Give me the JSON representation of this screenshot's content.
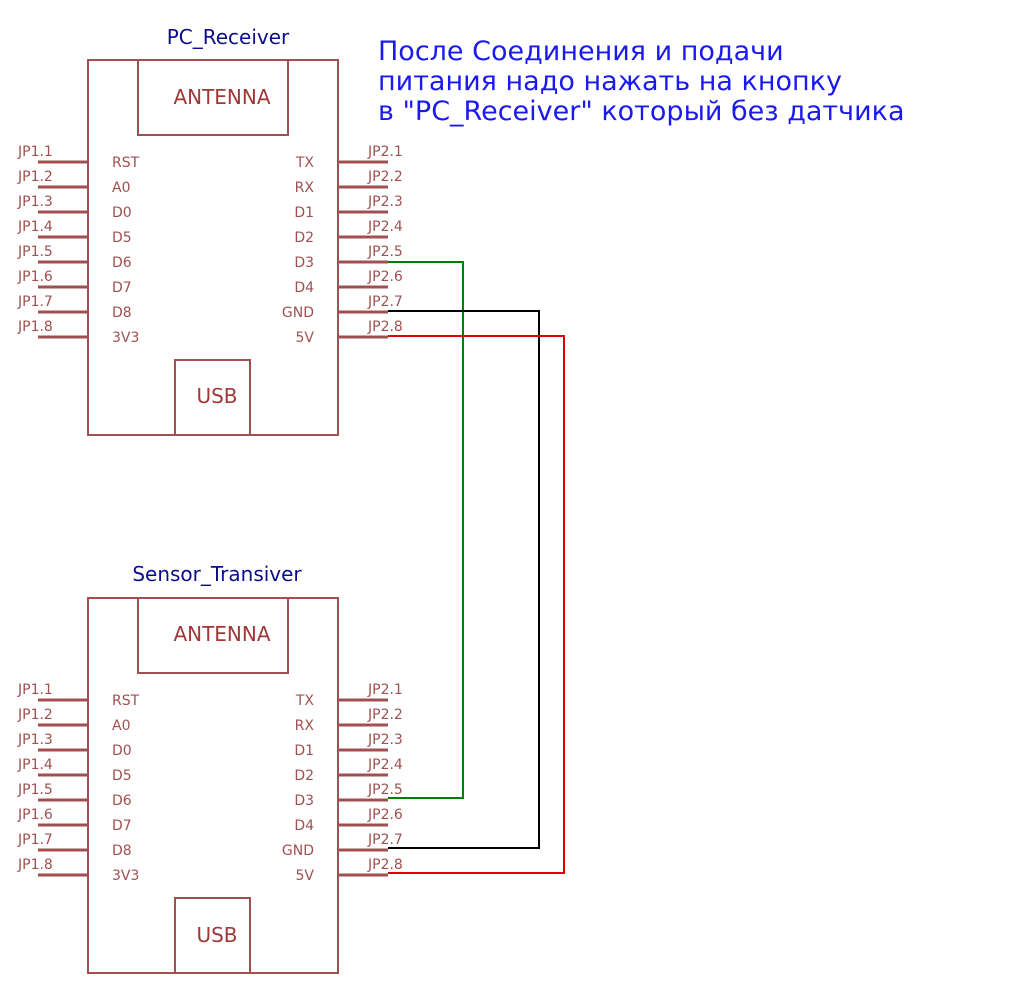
{
  "note": {
    "lines": [
      "После Соединения и подачи",
      "питания надо нажать на кнопку",
      "в \"PC_Receiver\" который без датчика"
    ],
    "color": "#1a1aee"
  },
  "modules": [
    {
      "id": "pc-receiver",
      "title": "PC_Receiver",
      "antenna_label": "ANTENNA",
      "usb_label": "USB",
      "left_pins": [
        "JP1.1",
        "JP1.2",
        "JP1.3",
        "JP1.4",
        "JP1.5",
        "JP1.6",
        "JP1.7",
        "JP1.8"
      ],
      "left_signals": [
        "RST",
        "A0",
        "D0",
        "D5",
        "D6",
        "D7",
        "D8",
        "3V3"
      ],
      "right_pins": [
        "JP2.1",
        "JP2.2",
        "JP2.3",
        "JP2.4",
        "JP2.5",
        "JP2.6",
        "JP2.7",
        "JP2.8"
      ],
      "right_signals": [
        "TX",
        "RX",
        "D1",
        "D2",
        "D3",
        "D4",
        "GND",
        "5V"
      ]
    },
    {
      "id": "sensor-transiver",
      "title": "Sensor_Transiver",
      "antenna_label": "ANTENNA",
      "usb_label": "USB",
      "left_pins": [
        "JP1.1",
        "JP1.2",
        "JP1.3",
        "JP1.4",
        "JP1.5",
        "JP1.6",
        "JP1.7",
        "JP1.8"
      ],
      "left_signals": [
        "RST",
        "A0",
        "D0",
        "D5",
        "D6",
        "D7",
        "D8",
        "3V3"
      ],
      "right_pins": [
        "JP2.1",
        "JP2.2",
        "JP2.3",
        "JP2.4",
        "JP2.5",
        "JP2.6",
        "JP2.7",
        "JP2.8"
      ],
      "right_signals": [
        "TX",
        "RX",
        "D1",
        "D2",
        "D3",
        "D4",
        "GND",
        "5V"
      ]
    }
  ],
  "wires": [
    {
      "signal": "D3",
      "color": "#008000"
    },
    {
      "signal": "GND",
      "color": "#000000"
    },
    {
      "signal": "5V",
      "color": "#e00000"
    }
  ],
  "colors": {
    "module": "#a05050",
    "title": "#0d0d8c"
  }
}
